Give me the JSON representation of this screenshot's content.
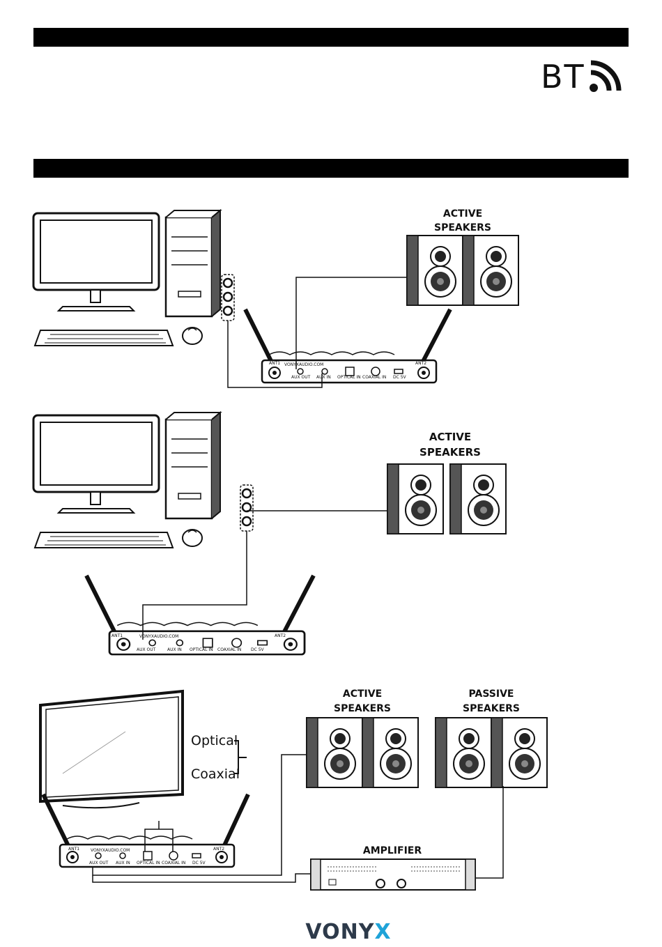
{
  "header": {
    "bt_logo_text": "BT",
    "bt_icon": "wireless-signal-icon"
  },
  "diagram1": {
    "speaker_label_line1": "ACTIVE",
    "speaker_label_line2": "SPEAKERS",
    "receiver": {
      "website": "VONYXAUDIO.COM",
      "ant1": "ANT1",
      "ant2": "ANT2",
      "aux_out": "AUX OUT",
      "aux_in": "AUX IN",
      "optical_in": "OPTICAL IN",
      "coaxial_in": "COAXIAL IN",
      "dc": "DC 5V"
    }
  },
  "diagram2": {
    "speaker_label_line1": "ACTIVE",
    "speaker_label_line2": "SPEAKERS",
    "receiver": {
      "website": "VONYXAUDIO.COM",
      "ant1": "ANT1",
      "ant2": "ANT2",
      "aux_out": "AUX OUT",
      "aux_in": "AUX IN",
      "optical_in": "OPTICAL IN",
      "coaxial_in": "COAXIAL IN",
      "dc": "DC 5V"
    }
  },
  "diagram3": {
    "active_label_line1": "ACTIVE",
    "active_label_line2": "SPEAKERS",
    "passive_label_line1": "PASSIVE",
    "passive_label_line2": "SPEAKERS",
    "amplifier_label": "AMPLIFIER",
    "optical_label": "Optical",
    "coaxial_label": "Coaxial",
    "receiver": {
      "website": "VONYXAUDIO.COM",
      "ant1": "ANT1",
      "ant2": "ANT2",
      "aux_out": "AUX OUT",
      "aux_in": "AUX IN",
      "optical_in": "OPTICAL IN",
      "coaxial_in": "COAXIAL IN",
      "dc": "DC 5V"
    }
  },
  "footer": {
    "brand_main": "VONY",
    "brand_x": "X"
  }
}
